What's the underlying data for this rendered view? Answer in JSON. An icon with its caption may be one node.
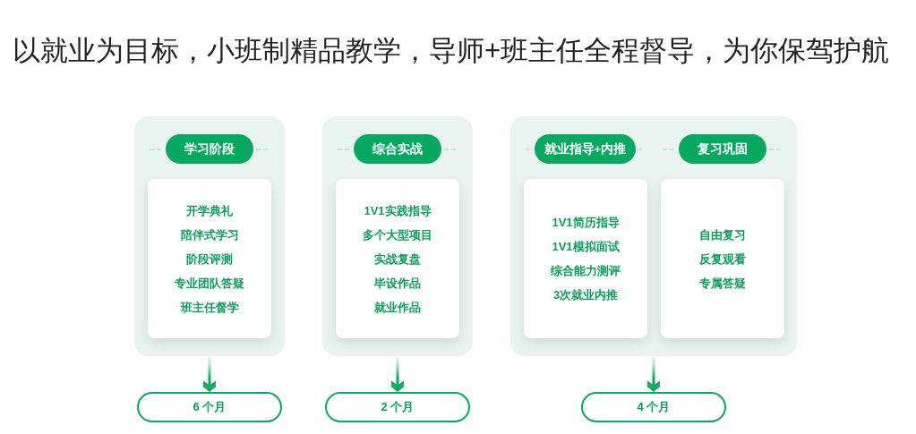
{
  "diagram": {
    "title": "以就业为目标，小班制精品教学，导师+班主任全程督导，为你保驾护航",
    "nodes": [
      {
        "text": [],
        "shape": "box"
      },
      {
        "text": [
          "学习阶段"
        ],
        "in": 0
      },
      {
        "text": [
          "开学典礼",
          "陪伴式学习",
          "阶段评测",
          "专业团队答疑",
          "班主任督学"
        ],
        "in": 0
      },
      {
        "text": [],
        "shape": "box"
      },
      {
        "text": [
          "综合实战"
        ],
        "in": 3
      },
      {
        "text": [
          "1V1实践指导",
          "多个大型项目",
          "实战复盘",
          "毕设作品",
          "就业作品"
        ],
        "in": 3
      },
      {
        "text": [],
        "shape": "box"
      },
      {
        "text": [
          "就业指导+内推"
        ],
        "in": 6
      },
      {
        "text": [
          "1V1简历指导",
          "1V1模拟面试",
          "综合能力测评",
          "3次就业内推"
        ],
        "in": 6
      },
      {
        "text": [
          "复习巩固"
        ],
        "in": 6
      },
      {
        "text": [
          "自由复习",
          "反复观看",
          "专属答疑"
        ],
        "in": 6
      },
      {
        "text": [
          "6 个月"
        ]
      },
      {
        "text": [
          "2 个月"
        ]
      },
      {
        "text": [
          "4 个月"
        ]
      }
    ],
    "edges": [
      {
        "from": 0,
        "to": 11,
        "arrow": "to"
      },
      {
        "from": 3,
        "to": 12,
        "arrow": "to"
      },
      {
        "from": 6,
        "to": 13,
        "arrow": "to"
      }
    ]
  }
}
